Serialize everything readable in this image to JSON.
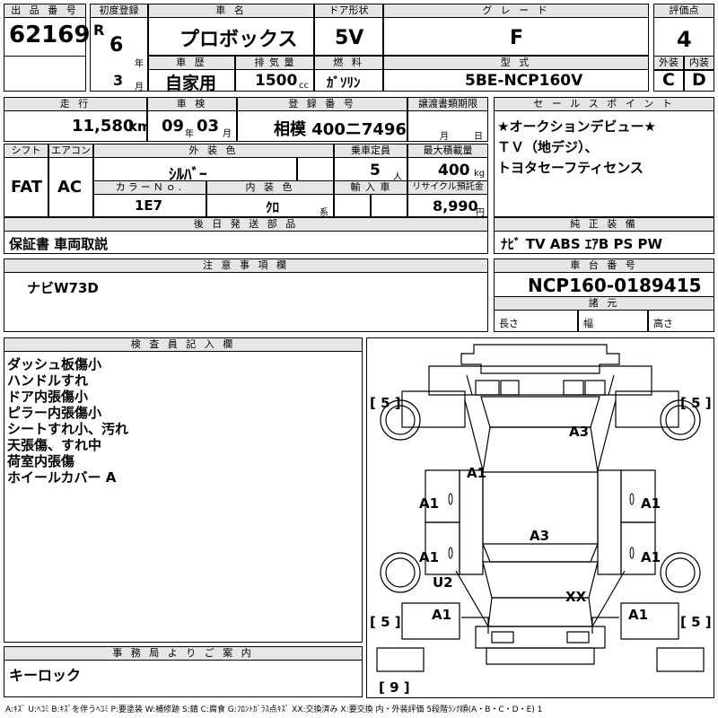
{
  "header": {
    "lot_label": "出 品 番 号",
    "lot": "62169",
    "reg_label": "初度登録",
    "era": "R",
    "year": "6",
    "year_unit": "年",
    "month": "3",
    "month_unit": "月",
    "car_label": "車 名",
    "car": "プロボックス",
    "history_label": "車 歴",
    "history": "自家用",
    "disp_label": "排 気 量",
    "disp": "1500",
    "disp_unit": "cc",
    "door_label": "ドア形状",
    "door": "5V",
    "fuel_label": "燃 料",
    "fuel": "ｶﾞｿﾘﾝ",
    "grade_label": "グ レ ー ド",
    "grade": "F",
    "model_label": "型 式",
    "model": "5BE-NCP160V",
    "score_label": "評価点",
    "score": "4",
    "ext_label": "外装",
    "ext": "C",
    "int_label": "内装",
    "int": "D"
  },
  "row2": {
    "mileage_label": "走 行",
    "mileage": "11,580",
    "mileage_unit": "km",
    "inspection_label": "車 検",
    "insp_year": "09",
    "insp_year_unit": "年",
    "insp_month": "03",
    "insp_month_unit": "月",
    "plate_label": "登 録 番 号",
    "plate": "相模 400ニ7496",
    "transfer_label": "譲渡書類期限",
    "transfer_month": "月",
    "transfer_day": "日",
    "shift_label": "シフト",
    "shift": "FAT",
    "ac_label": "エアコン",
    "ac": "AC",
    "ext_color_label": "外 装 色",
    "ext_color": "ｼﾙﾊﾞｰ",
    "capacity_label": "乗車定員",
    "capacity": "5",
    "capacity_unit": "人",
    "load_label": "最大積載量",
    "load": "400",
    "load_unit": "kg",
    "color_no_label": "カラーＮｏ.",
    "color_no": "1E7",
    "int_color_label": "内 装 色",
    "int_color": "ｸﾛ",
    "int_color_unit": "系",
    "import_label": "輸 入 車",
    "recycle_label": "リサイクル預託金",
    "recycle": "8,990",
    "recycle_unit": "円",
    "later_label": "後 日 発 送 部 品",
    "later": "保証書 車両取説"
  },
  "sales": {
    "label": "セ ー ル ス ポ イ ン ト",
    "lines": [
      "★オークションデビュー★",
      "ＴＶ（地デジ）、",
      "トヨタセーフティセンス"
    ]
  },
  "equipment": {
    "label": "純 正 装 備",
    "items": "ﾅﾋﾞ  TV  ABS ｴｱB PS PW"
  },
  "notes": {
    "label": "注 意 事 項 欄",
    "text": "ナビW73D"
  },
  "chassis": {
    "label": "車 台 番 号",
    "number": "NCP160-0189415",
    "dims_label": "諸 元",
    "length": "長さ",
    "width": "幅",
    "height": "高さ"
  },
  "inspector": {
    "label": "検 査 員 記 入 欄",
    "lines": [
      "ダッシュ板傷小",
      "ハンドルすれ",
      "ドア内張傷小",
      "ピラー内張傷小",
      "シートすれ小、汚れ",
      "天張傷、すれ中",
      "荷室内張傷",
      "ホイールカバー A"
    ]
  },
  "diagram": {
    "marks": [
      {
        "id": "rear-right-upper",
        "text": "A3"
      },
      {
        "id": "roof-front",
        "text": "A1"
      },
      {
        "id": "left-door-front",
        "text": "A1"
      },
      {
        "id": "right-door-front",
        "text": "A1"
      },
      {
        "id": "roof",
        "text": "A3"
      },
      {
        "id": "left-door-rear",
        "text": "A1"
      },
      {
        "id": "right-door-rear",
        "text": "A1"
      },
      {
        "id": "left-rocker",
        "text": "U2"
      },
      {
        "id": "bonnet",
        "text": "XX"
      },
      {
        "id": "left-front",
        "text": "A1"
      },
      {
        "id": "right-front",
        "text": "A1"
      }
    ],
    "tires": {
      "rl": "5",
      "rr": "5",
      "fl": "5",
      "fr": "5",
      "spare": "9"
    }
  },
  "office": {
    "label": "事 務 局 よ り ご 案 内",
    "text": "キーロック"
  },
  "legend": "A:ｷｽﾞ U:ﾍｺﾐ B:ｷｽﾞを伴うﾍｺﾐ P:要塗装 W:補修跡 S:錆 C:腐食 G:ﾌﾛﾝﾄｶﾞﾗｽ点ｷｽﾞ XX:交換済み X:要交換 内・外装評価 5段階ﾗﾝｸ順(A・B・C・D・E) 1"
}
